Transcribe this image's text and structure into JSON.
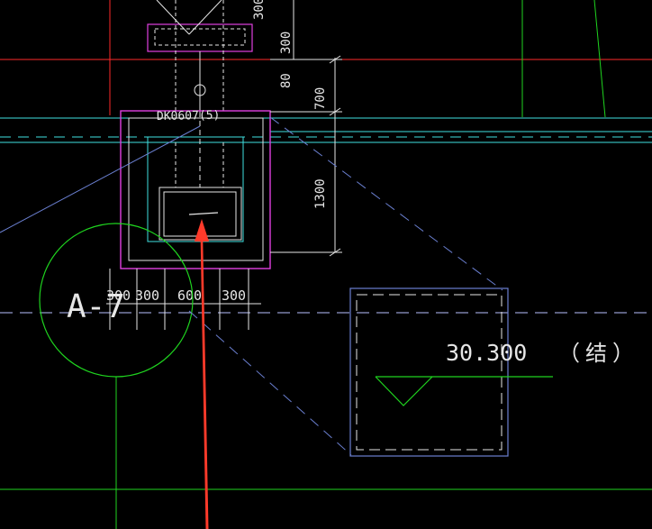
{
  "drawing": {
    "background": "#000000",
    "colors": {
      "red_axis": "#ff2a2a",
      "green_axis": "#1fd41f",
      "cyan_line": "#3fe0e0",
      "magenta": "#e040e0",
      "white": "#e6e6e6",
      "steel_blue": "#6a7fd0",
      "arrow": "#ff3a2a"
    },
    "labels": {
      "component_id": "DK0607(5)",
      "grid_bubble": "A-7",
      "elevation": "30.300",
      "elevation_suffix": "（结）"
    },
    "dimensions": {
      "vertical_top_a": "300",
      "vertical_top_b": "300",
      "vertical_80": "80",
      "vertical_700": "700",
      "vertical_1300": "1300",
      "horizontal": [
        "300",
        "300",
        "600",
        "300"
      ]
    }
  }
}
